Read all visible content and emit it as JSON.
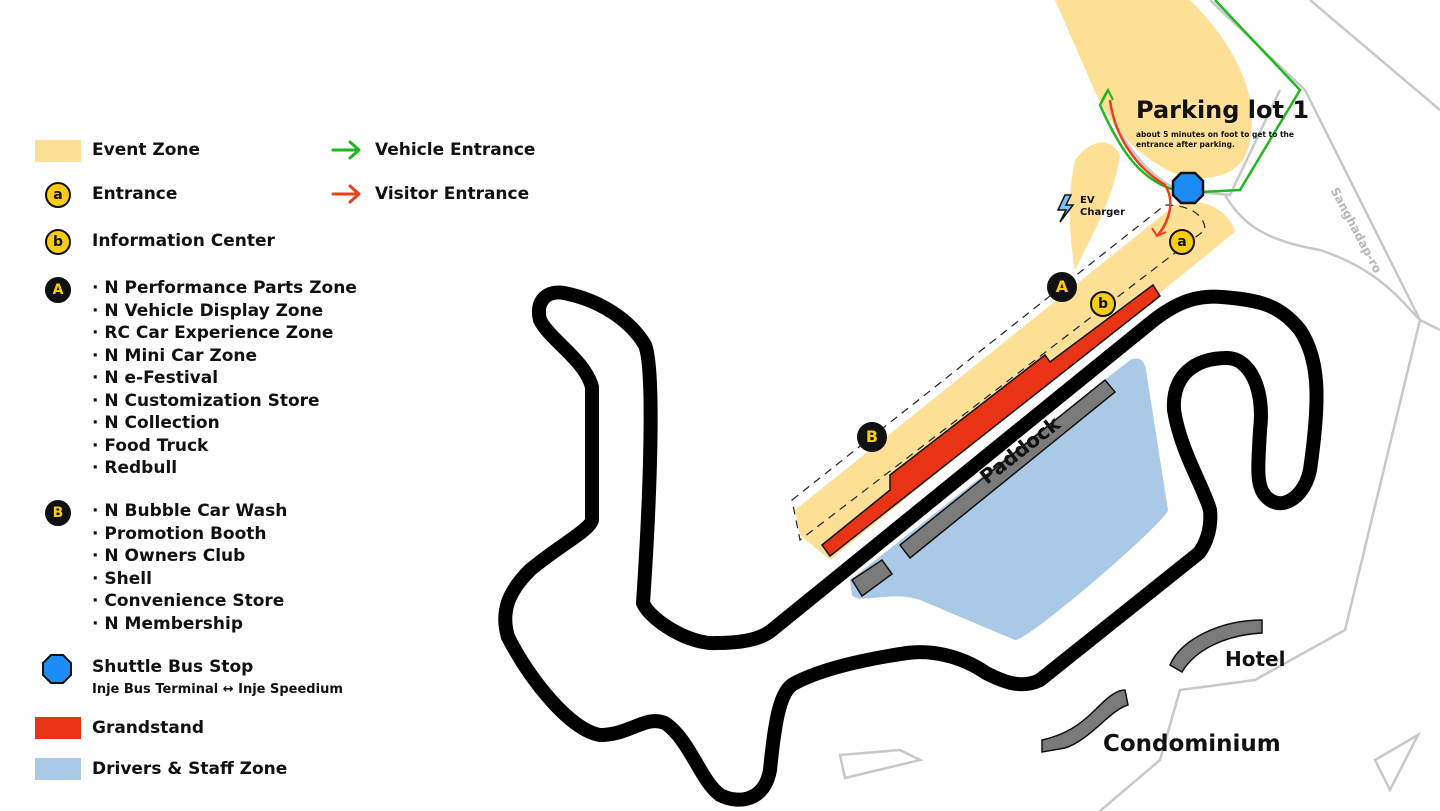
{
  "legend": {
    "event_zone": "Event Zone",
    "entrance": {
      "badge": "a",
      "label": "Entrance"
    },
    "information_center": {
      "badge": "b",
      "label": "Information Center"
    },
    "zone_a": {
      "badge": "A",
      "items": [
        "N Performance Parts Zone",
        "N Vehicle Display Zone",
        "RC Car Experience Zone",
        "N Mini Car Zone",
        "N e-Festival",
        "N Customization Store",
        "N Collection",
        "Food Truck",
        "Redbull"
      ]
    },
    "zone_b": {
      "badge": "B",
      "items": [
        "N Bubble Car Wash",
        "Promotion Booth",
        "N Owners Club",
        "Shell",
        "Convenience Store",
        "N Membership"
      ]
    },
    "shuttle": {
      "label": "Shuttle Bus Stop",
      "route": "Inje Bus Terminal ↔ Inje Speedium"
    },
    "grandstand": "Grandstand",
    "drivers_staff": "Drivers & Staff Zone",
    "vehicle_entrance": "Vehicle Entrance",
    "visitor_entrance": "Visitor Entrance"
  },
  "map": {
    "parking_lot": "Parking lot 1",
    "parking_note_1": "about 5 minutes on foot to get to the",
    "parking_note_2": "entrance after parking.",
    "ev_1": "EV",
    "ev_2": "Charger",
    "road": "Sanghadap-ro",
    "paddock": "Paddock",
    "hotel": "Hotel",
    "condominium": "Condominium",
    "marker_a": "a",
    "marker_b": "b",
    "marker_A": "A",
    "marker_B": "B"
  },
  "colors": {
    "event": "#fde096",
    "grandstand": "#e83414",
    "paddock": "#aac9e6",
    "shuttle": "#1e8cf5",
    "vehicle": "#1fb81f",
    "visitor": "#e8401c",
    "badge": "#f8cc14"
  }
}
